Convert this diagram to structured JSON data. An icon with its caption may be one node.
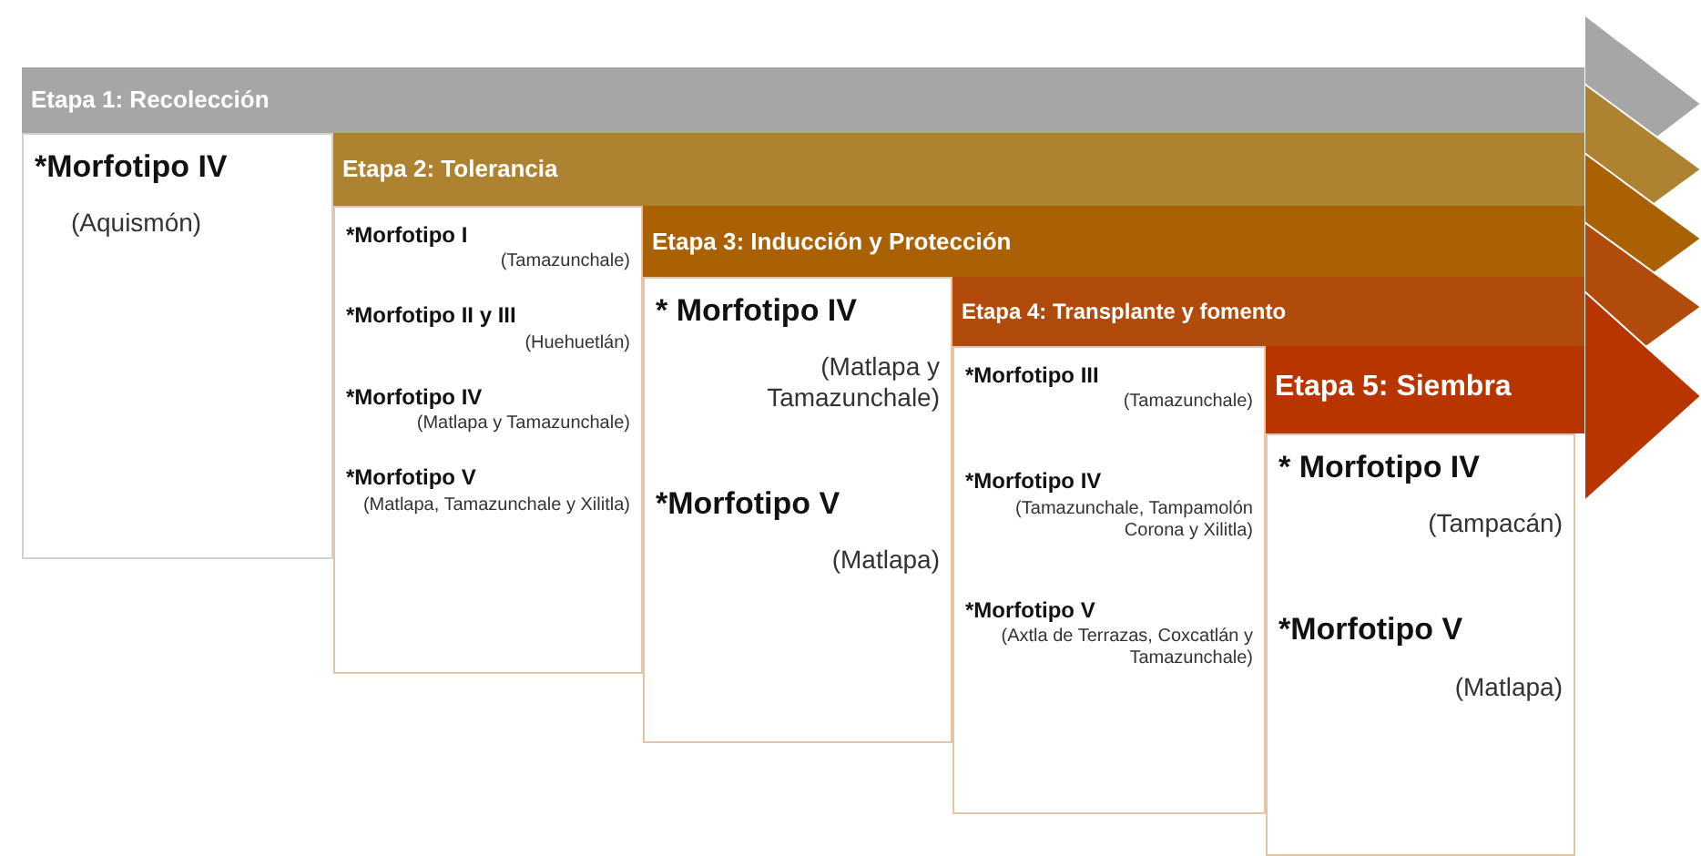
{
  "diagram": {
    "nodes": [
      {
        "text": [
          "Etapa 1: Recolección"
        ]
      },
      {
        "text": [
          "*Morfotipo IV",
          "(Aquismón)"
        ]
      },
      {
        "text": [
          "Etapa 2: Tolerancia"
        ]
      },
      {
        "text": [
          "*Morfotipo I",
          "(Tamazunchale)",
          "*Morfotipo II y III",
          "(Huehuetlán)",
          "*Morfotipo IV",
          "(Matlapa y Tamazunchale)",
          "*Morfotipo V",
          "(Matlapa, Tamazunchale y Xilitla)"
        ]
      },
      {
        "text": [
          "Etapa 3: Inducción y Protección"
        ]
      },
      {
        "text": [
          "* Morfotipo IV",
          "(Matlapa y Tamazunchale)",
          "*Morfotipo V",
          "(Matlapa)"
        ]
      },
      {
        "text": [
          "Etapa 4: Transplante y fomento"
        ]
      },
      {
        "text": [
          "*Morfotipo III",
          "(Tamazunchale)",
          "*Morfotipo IV",
          "(Tamazunchale, Tampamolón Corona y Xilitla)",
          "*Morfotipo V",
          "(Axtla de Terrazas, Coxcatlán y Tamazunchale)"
        ]
      },
      {
        "text": [
          "Etapa 5: Siembra"
        ]
      },
      {
        "text": [
          "* Morfotipo IV",
          "(Tampacán)",
          "*Morfotipo V",
          "(Matlapa)"
        ]
      }
    ]
  }
}
